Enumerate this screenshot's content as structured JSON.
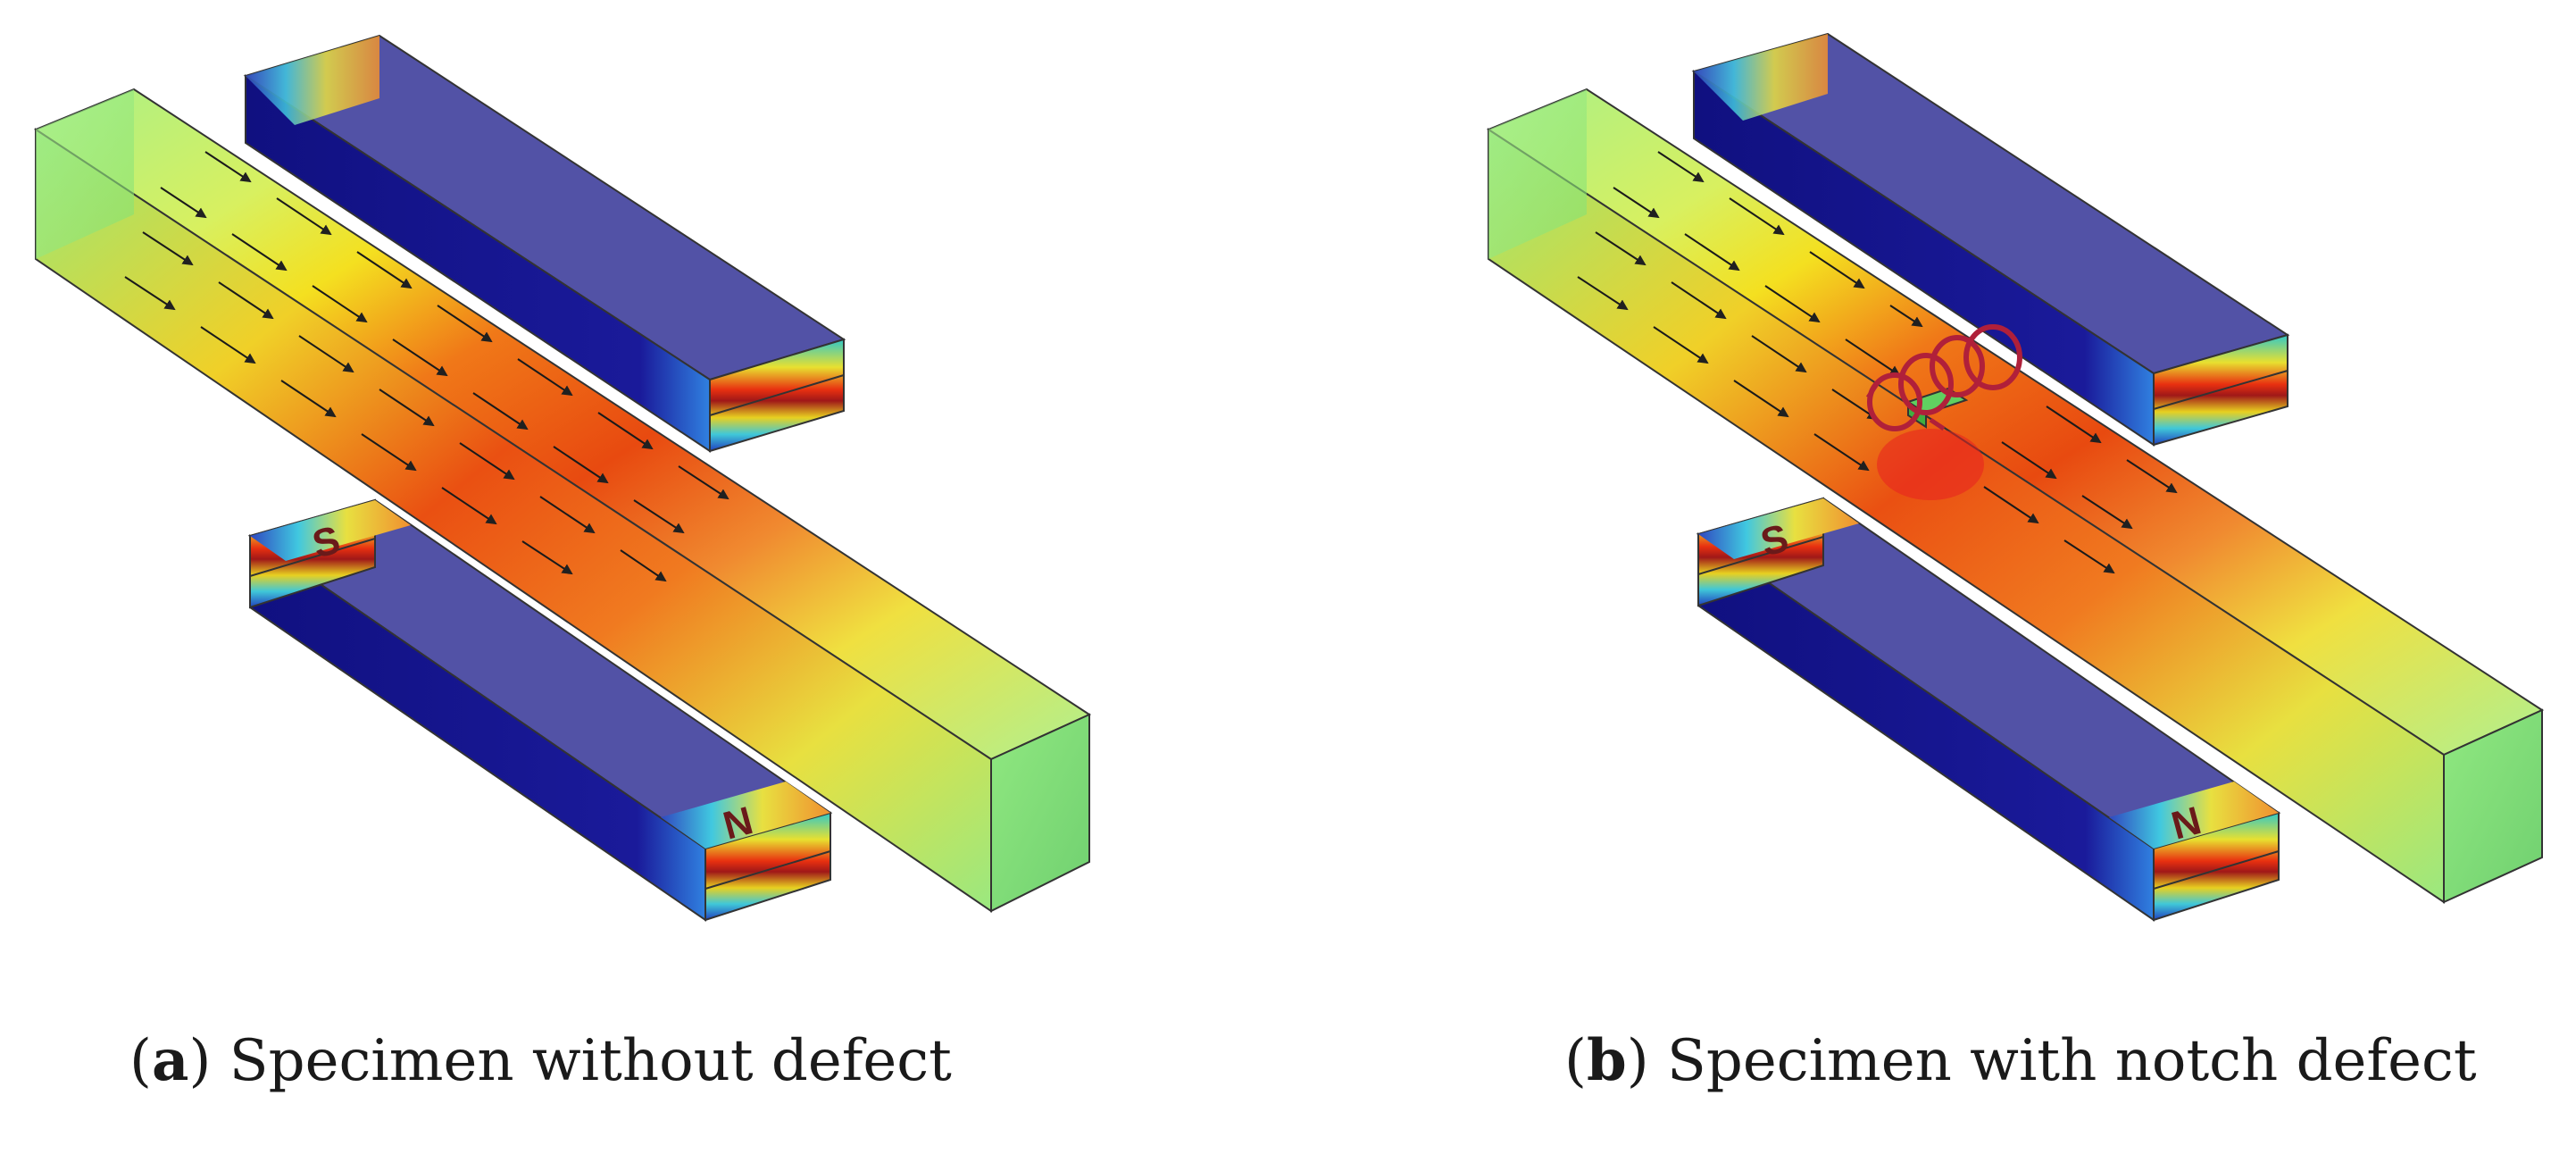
{
  "panels": [
    {
      "letter": "a",
      "caption": "Specimen without defect",
      "magnet_labels": {
        "south": "S",
        "north": "N"
      }
    },
    {
      "letter": "b",
      "caption": "Specimen with notch defect",
      "magnet_labels": {
        "south": "S",
        "north": "N"
      }
    }
  ],
  "colors": {
    "magnet_blue": "#5050a8",
    "bar_high": "#e84010",
    "bar_mid": "#f0e020",
    "bar_low": "#a0f080",
    "defect_loops": "#b0203a"
  }
}
